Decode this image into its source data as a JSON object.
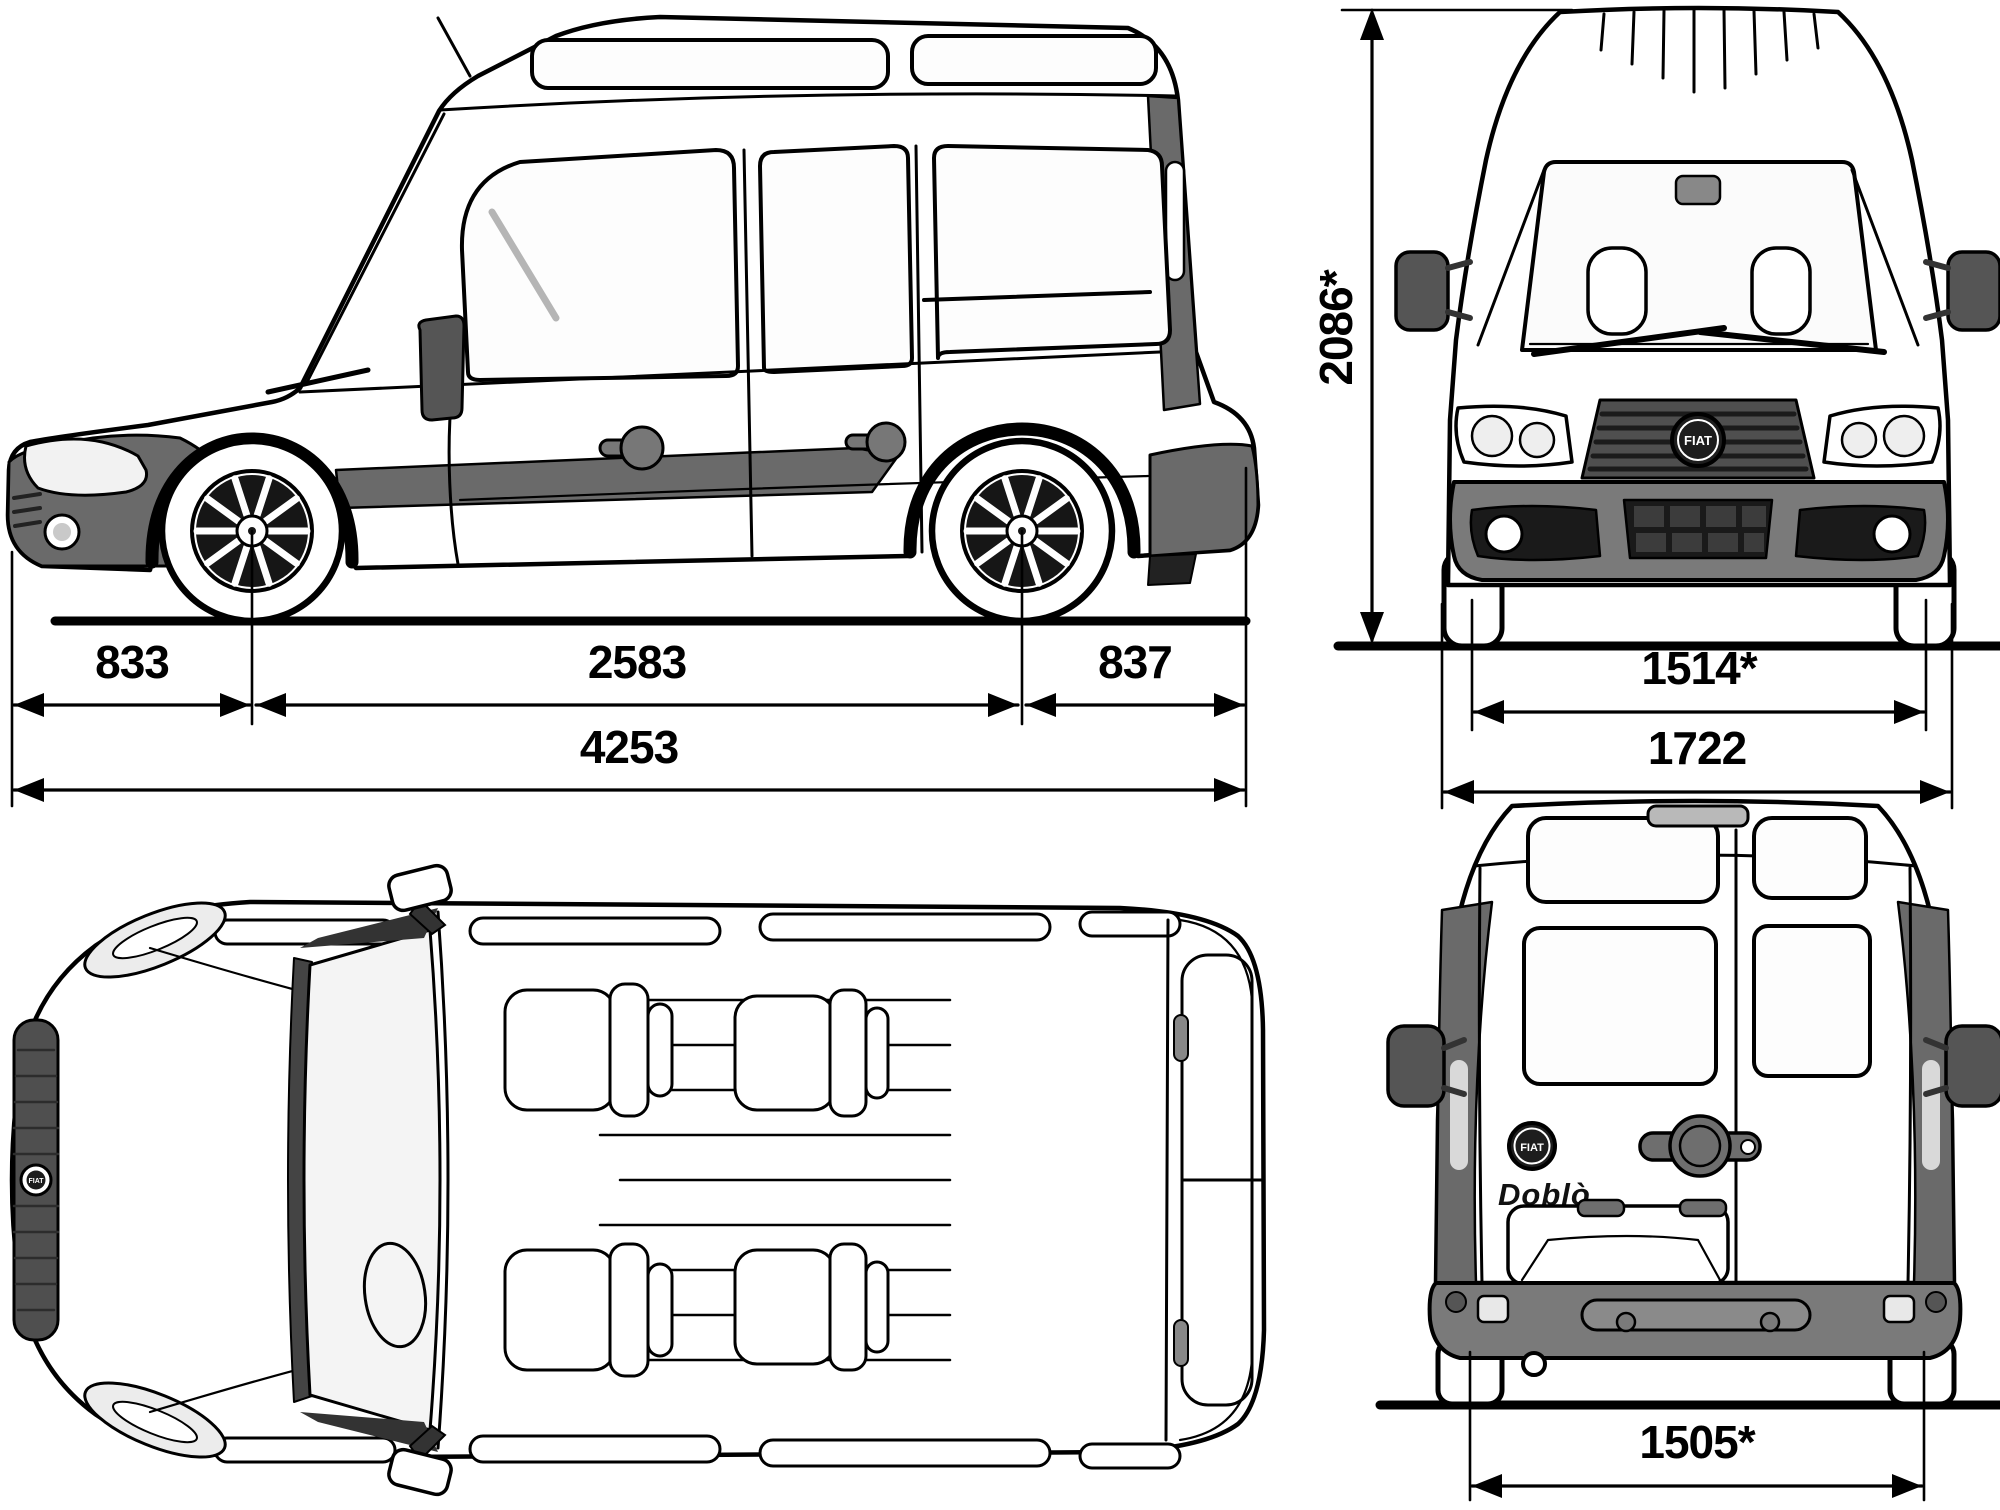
{
  "side": {
    "front_overhang": "833",
    "wheelbase": "2583",
    "rear_overhang": "837",
    "overall_length": "4253"
  },
  "front": {
    "overall_height": "2086*",
    "track": "1514*",
    "overall_width": "1722",
    "grille_badge": "FIAT"
  },
  "rear": {
    "track": "1505*",
    "badge": "FIAT",
    "model": "Doblò"
  },
  "top": {
    "badge": "FIAT"
  },
  "colors": {
    "line": "#000000",
    "body": "#ffffff",
    "cladding": "#6a6a6a",
    "bumper": "#7a7a7a",
    "grille": "#4f4f4f",
    "dark_recess": "#1a1a1a",
    "glass_shade": "#555555",
    "badge": "#1d1d1d",
    "badge_text": "#ffffff"
  }
}
